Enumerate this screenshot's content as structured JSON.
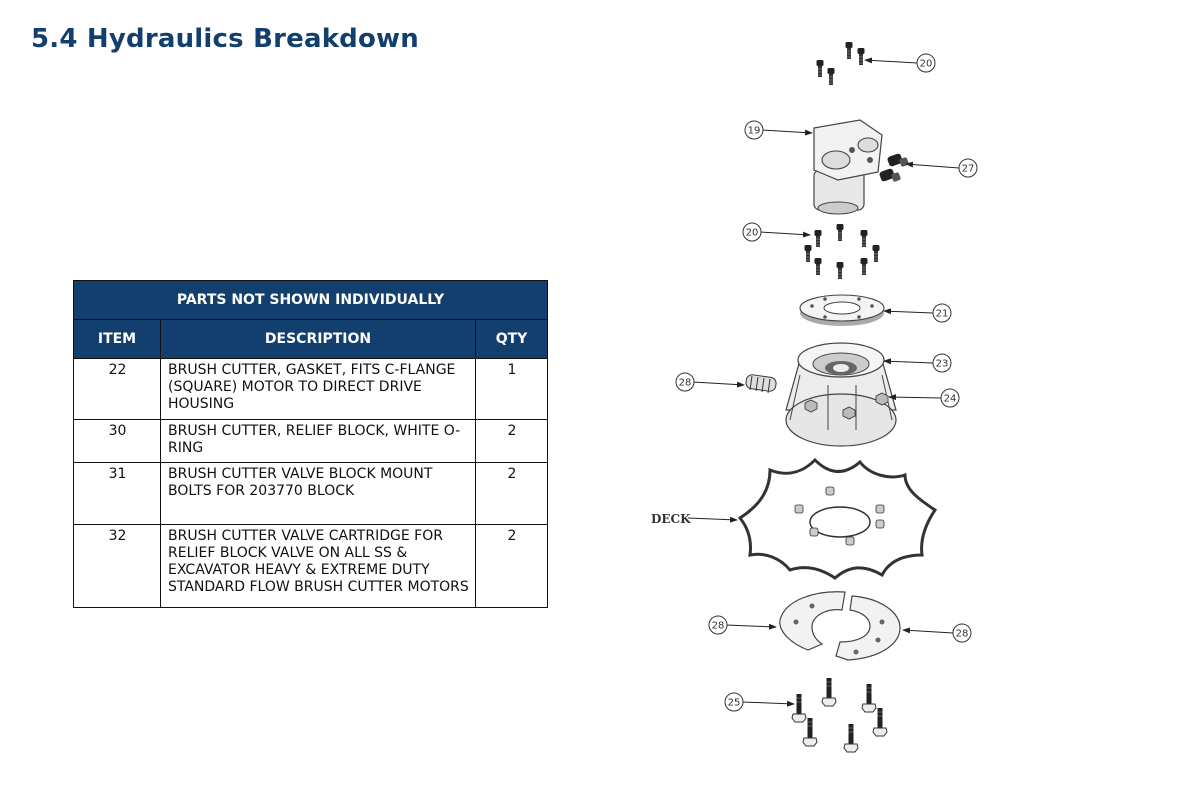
{
  "page": {
    "title": "5.4 Hydraulics Breakdown"
  },
  "table": {
    "caption": "PARTS NOT SHOWN INDIVIDUALLY",
    "headers": {
      "item": "ITEM",
      "description": "DESCRIPTION",
      "qty": "QTY"
    },
    "rows": [
      {
        "item": "22",
        "description": "BRUSH CUTTER, GASKET, FITS C-FLANGE (SQUARE) MOTOR TO DIRECT DRIVE HOUSING",
        "qty": "1"
      },
      {
        "item": "30",
        "description": "BRUSH CUTTER, RELIEF BLOCK, WHITE O-RING",
        "qty": "2"
      },
      {
        "item": "31",
        "description": "BRUSH CUTTER VALVE BLOCK MOUNT BOLTS FOR 203770 BLOCK",
        "qty": "2"
      },
      {
        "item": "32",
        "description": "BRUSH CUTTER VALVE CARTRIDGE FOR RELIEF BLOCK VALVE ON ALL SS & EXCAVATOR HEAVY & EXTREME DUTY STANDARD FLOW BRUSH CUTTER MOTORS",
        "qty": "2"
      }
    ]
  },
  "diagram": {
    "callouts": {
      "c20a": "20",
      "c19": "19",
      "c27": "27",
      "c20b": "20",
      "c21": "21",
      "c23": "23",
      "c28a": "28",
      "c24": "24",
      "c28b": "28",
      "c28c": "28",
      "c25": "25"
    },
    "deck_label": "DECK"
  }
}
